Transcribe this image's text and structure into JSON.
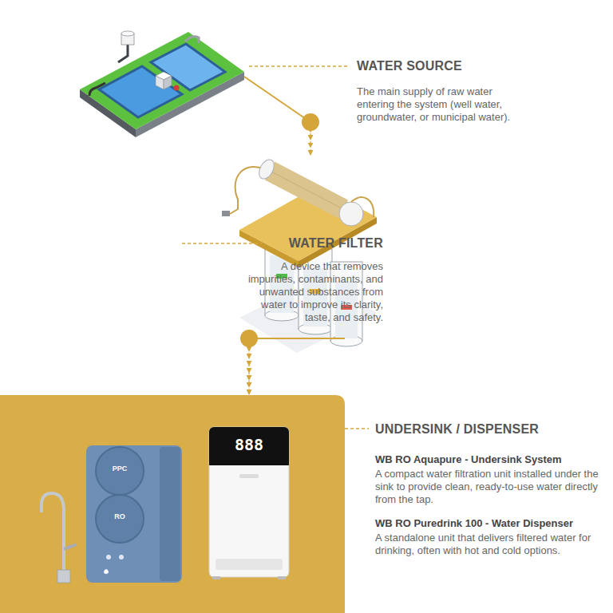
{
  "diagram": {
    "nodes": [
      {
        "text": [
          "WATER SOURCE",
          "The main supply of raw water entering the system (well water, groundwater, or municipal water)."
        ]
      },
      {
        "text": [
          "WATER FILTER",
          "A device that removes impurities, contaminants, and unwanted substances from water to improve its clarity, taste, and safety."
        ]
      },
      {
        "text": [
          "UNDERSINK / DISPENSER"
        ]
      },
      {
        "text": [
          "WB RO Aquapure - Undersink System",
          "A compact water filtration unit installed under the sink to provide clean, ready-to-use water directly from the tap."
        ],
        "in": 2
      },
      {
        "text": [
          "WB RO Puredrink 100 - Water Dispenser",
          "A standalone unit that delivers filtered water for drinking, often with hot and cold options."
        ],
        "in": 2
      }
    ],
    "edges": [
      {
        "from": 0,
        "to": 1,
        "arrow": "to"
      },
      {
        "from": 1,
        "to": 2,
        "arrow": "to"
      }
    ],
    "labels": [
      "PPC",
      "RO",
      "888"
    ]
  }
}
